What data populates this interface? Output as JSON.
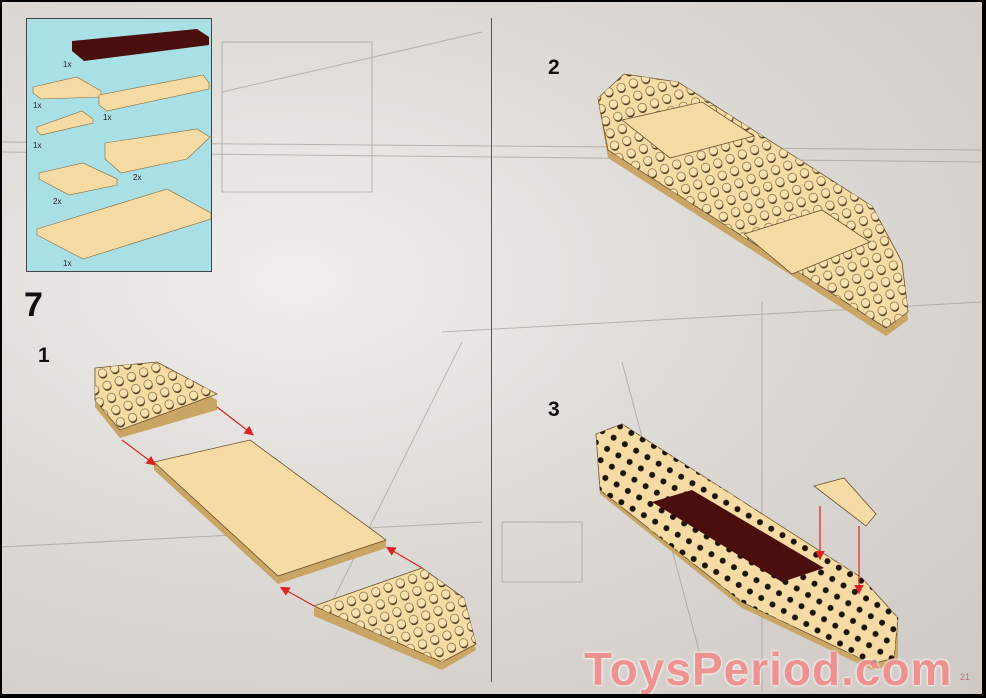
{
  "step_main": "7",
  "parts_box": {
    "items": [
      {
        "qty": "1x",
        "color": "dark-red"
      },
      {
        "qty": "1x",
        "color": "tan"
      },
      {
        "qty": "1x",
        "color": "tan"
      },
      {
        "qty": "1x",
        "color": "tan"
      },
      {
        "qty": "2x",
        "color": "tan"
      },
      {
        "qty": "2x",
        "color": "tan"
      },
      {
        "qty": "1x",
        "color": "tan"
      }
    ],
    "background": "#a9e0e6"
  },
  "substeps": [
    {
      "number": "1"
    },
    {
      "number": "2"
    },
    {
      "number": "3"
    }
  ],
  "watermark": "ToysPeriod.com",
  "page_number": "21",
  "colors": {
    "tan": "#f6dca4",
    "tan_side": "#c9a566",
    "dark_red": "#4a0e0c",
    "arrow": "#d22"
  }
}
